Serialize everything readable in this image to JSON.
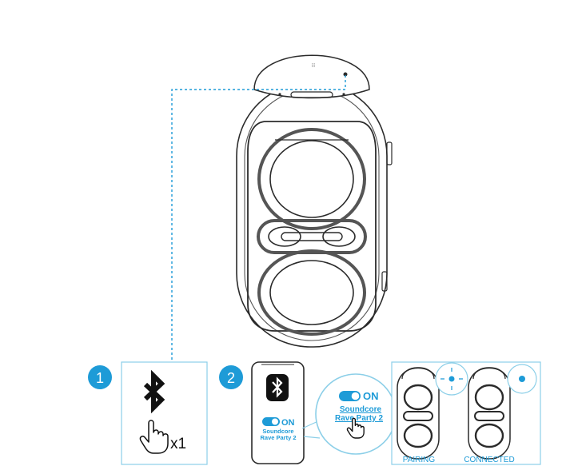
{
  "steps": [
    {
      "number": "1",
      "count_label": "x1"
    },
    {
      "number": "2",
      "toggle_on": "ON",
      "device_name_line1": "Soundcore",
      "device_name_line2": "Rave Party 2"
    }
  ],
  "indicator": {
    "pairing_label": "PAIRING",
    "connected_label": "CONNECTED"
  },
  "colors": {
    "accent": "#1E9BD7",
    "panel_border": "#8CCFE8",
    "line": "#2b2b2b",
    "grille": "#6e6e6e"
  }
}
